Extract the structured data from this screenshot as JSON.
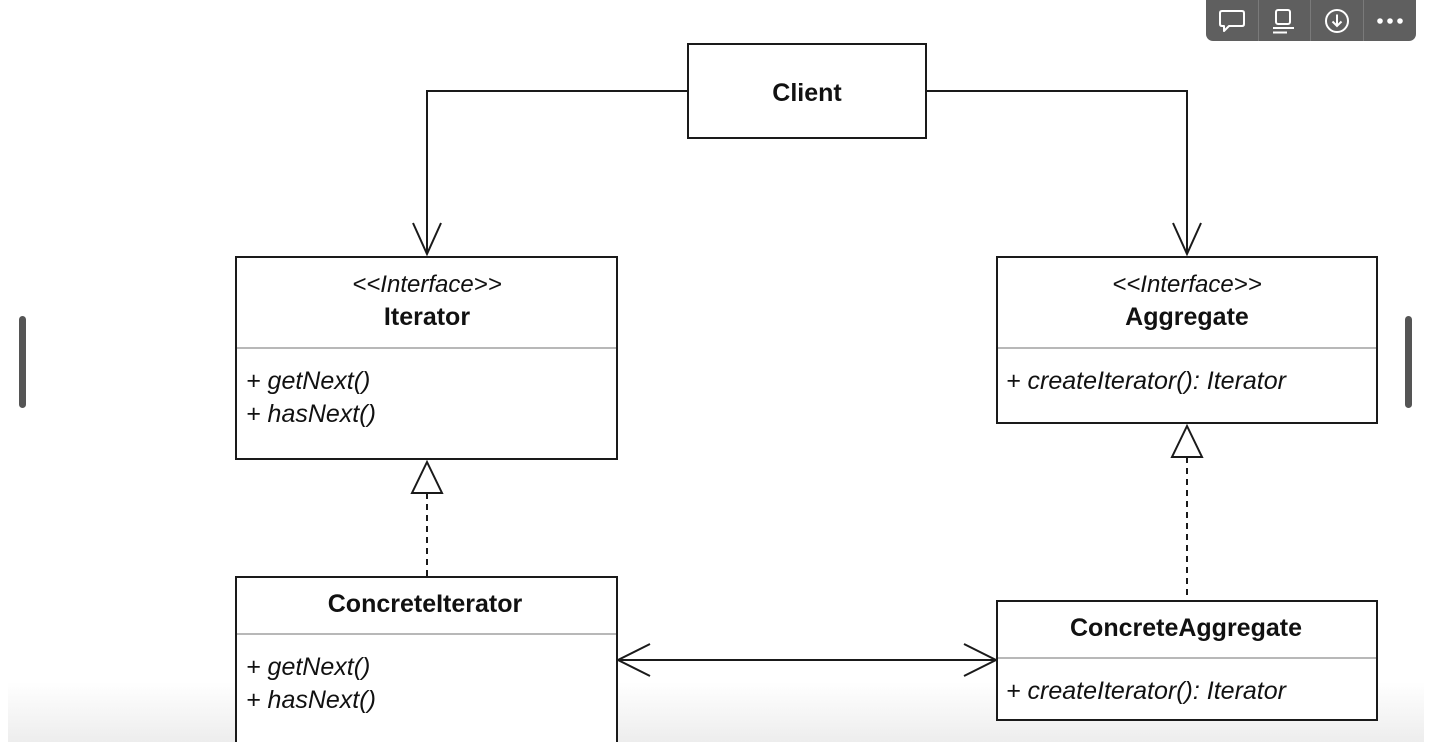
{
  "diagram": {
    "client": {
      "name": "Client"
    },
    "iterator": {
      "stereotype": "<<Interface>>",
      "name": "Iterator",
      "methods": [
        "+ getNext()",
        "+ hasNext()"
      ]
    },
    "aggregate": {
      "stereotype": "<<Interface>>",
      "name": "Aggregate",
      "methods": [
        "+ createIterator(): Iterator"
      ]
    },
    "concrete_iterator": {
      "name": "ConcreteIterator",
      "methods": [
        "+ getNext()",
        "+ hasNext()"
      ]
    },
    "concrete_aggregate": {
      "name": "ConcreteAggregate",
      "methods": [
        "+ createIterator(): Iterator"
      ]
    }
  },
  "toolbar": {
    "buttons": [
      {
        "icon": "comment-icon"
      },
      {
        "icon": "text-layout-icon"
      },
      {
        "icon": "download-icon"
      },
      {
        "icon": "more-icon"
      }
    ],
    "background": "#5f5f5f",
    "icon_color": "#ffffff"
  }
}
